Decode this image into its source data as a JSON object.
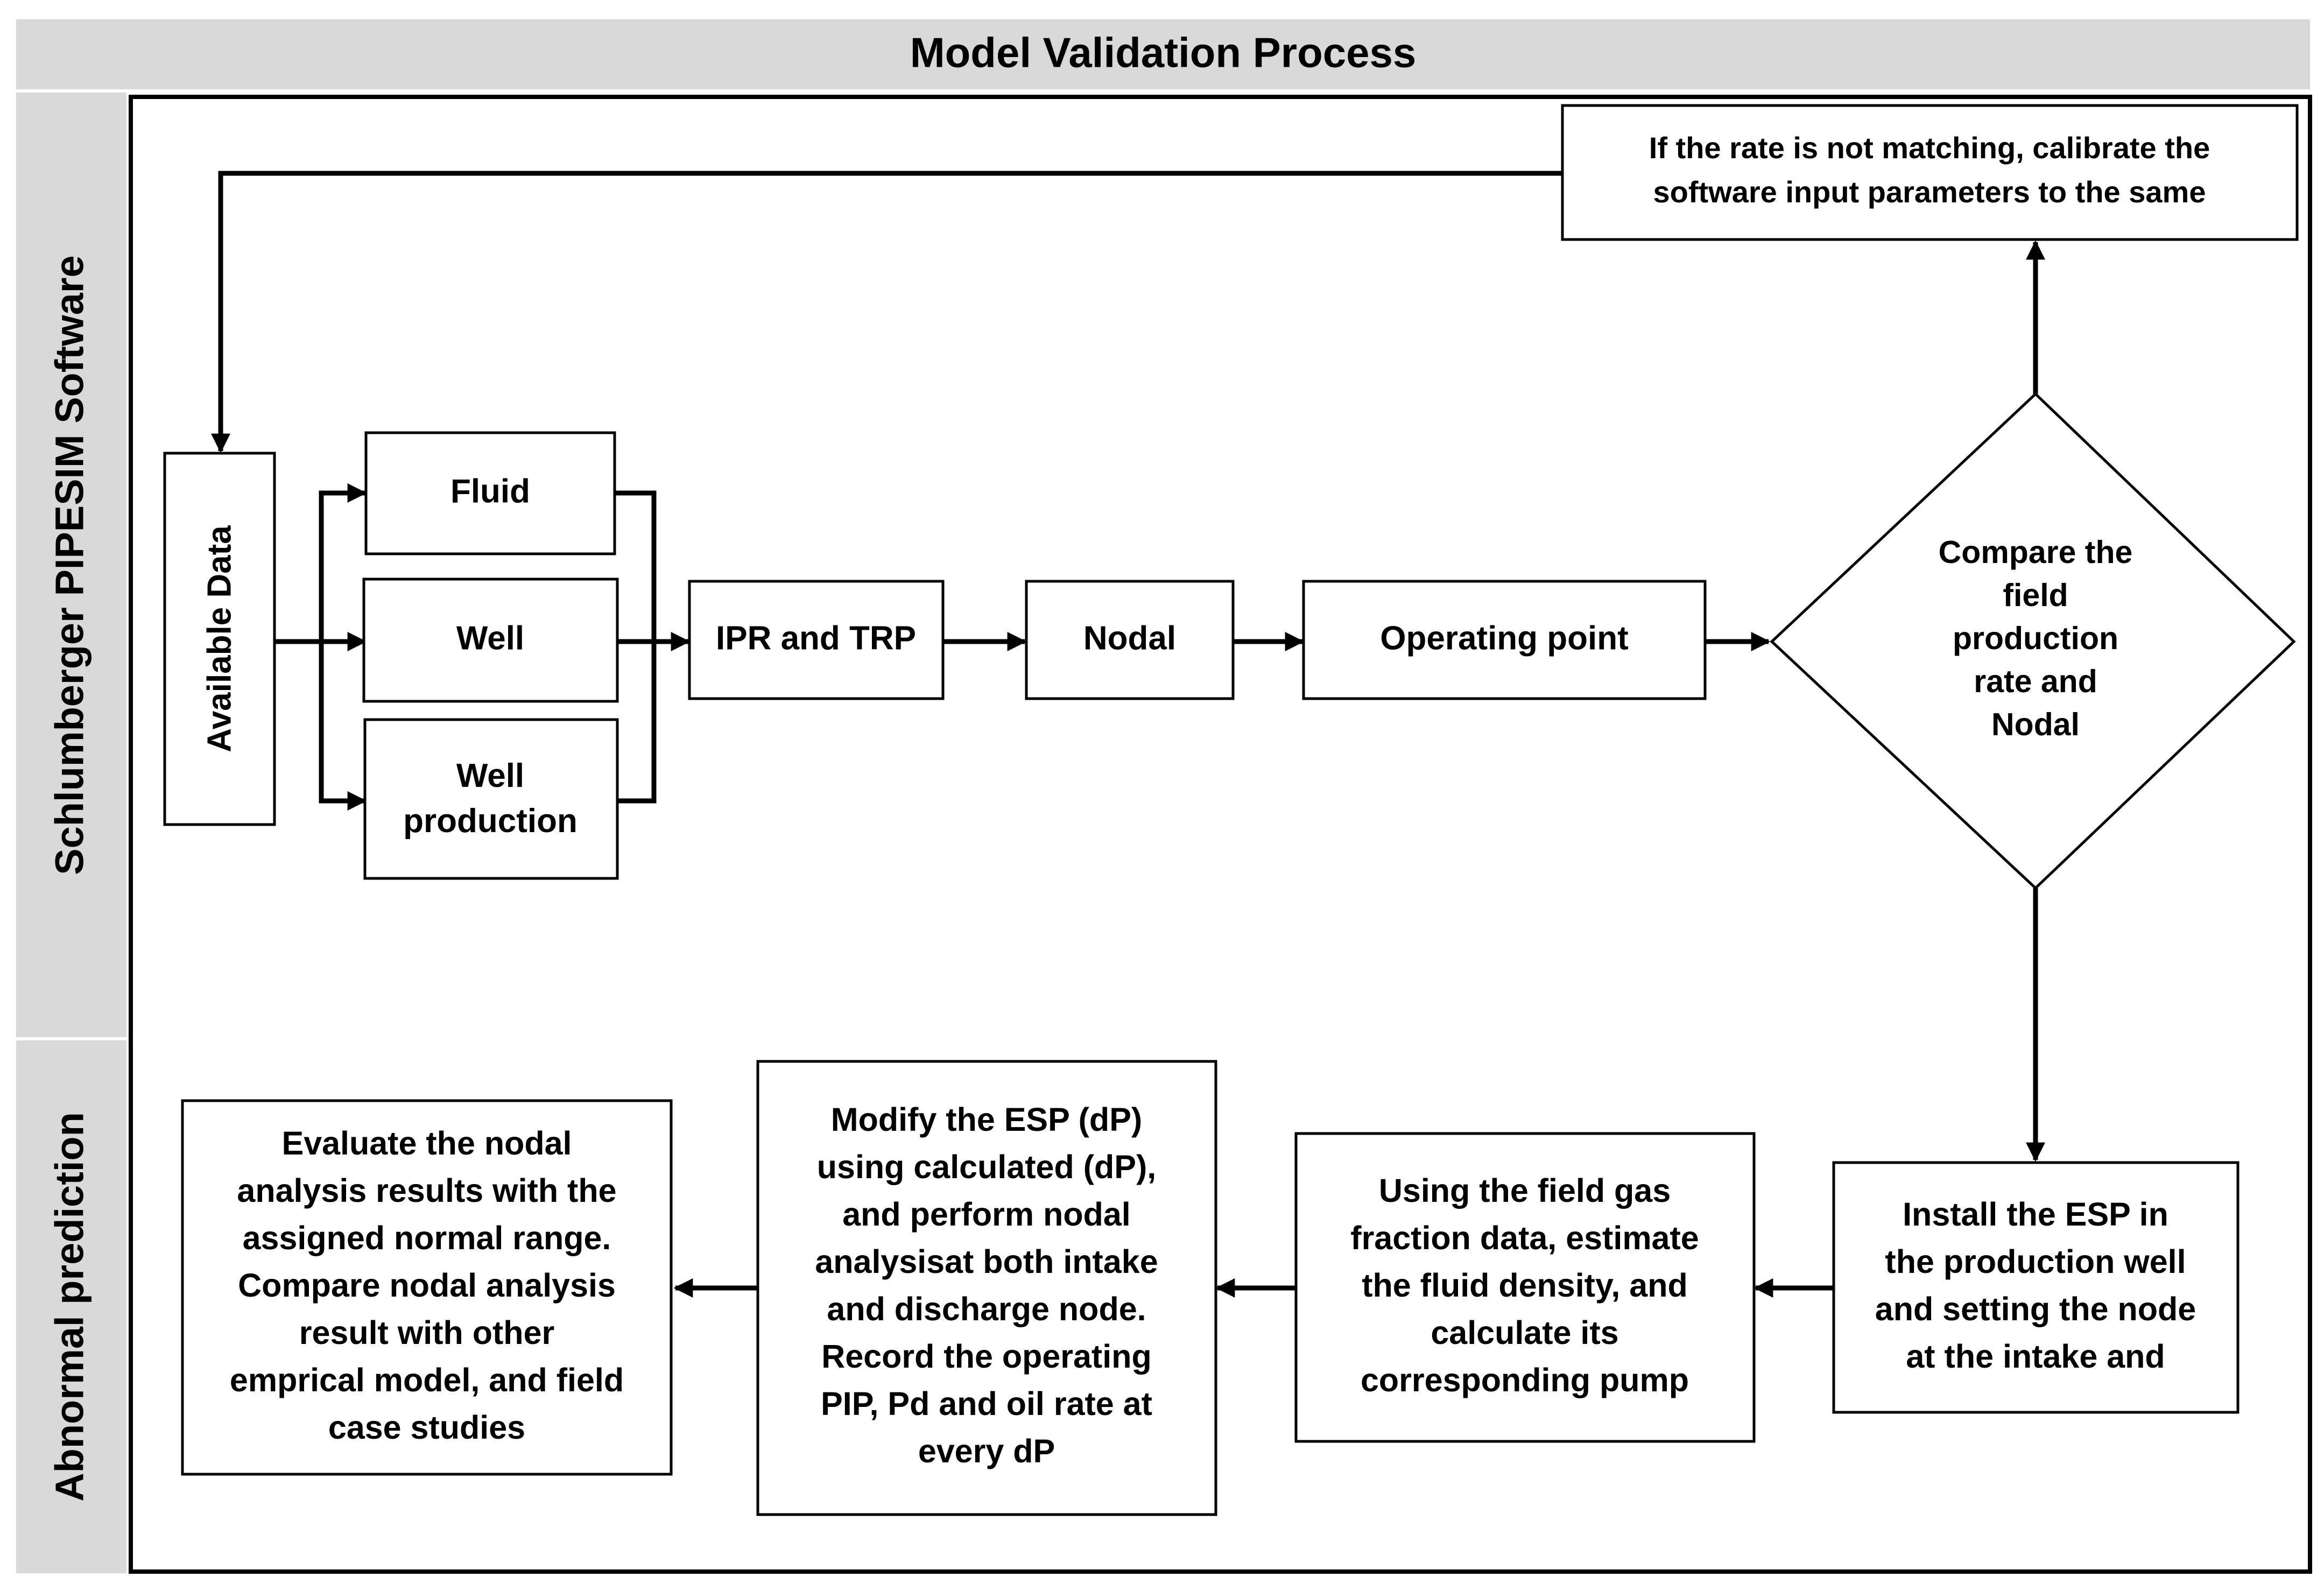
{
  "title": "Model Validation Process",
  "lanes": {
    "top": "Schlumberger PIPESIM Software",
    "bottom": "Abnormal prediction"
  },
  "nodes": {
    "available_data": "Available Data",
    "fluid": "Fluid",
    "well": "Well",
    "well_production": [
      "Well",
      "production"
    ],
    "ipr_trp": "IPR and TRP",
    "nodal": "Nodal",
    "operating_point": "Operating point",
    "compare": [
      "Compare the",
      "field",
      "production",
      "rate and",
      "Nodal"
    ],
    "calibrate": [
      "If the rate is not matching, calibrate the",
      "software input parameters to the same"
    ],
    "install_esp": [
      "Install the ESP in",
      "the production well",
      "and setting the node",
      "at the intake and"
    ],
    "field_gas": [
      "Using the field gas",
      "fraction data, estimate",
      "the fluid density, and",
      "calculate its",
      "corresponding pump"
    ],
    "modify_esp": [
      "Modify the ESP (dP)",
      "using calculated (dP),",
      "and perform nodal",
      "analysisat both intake",
      "and discharge node.",
      "Record the operating",
      "PIP, Pd and oil rate at",
      "every dP"
    ],
    "evaluate": [
      "Evaluate the nodal",
      "analysis results with the",
      "assigned normal range.",
      "Compare nodal analysis",
      "result with other",
      "emprical model, and field",
      "case studies"
    ]
  },
  "colors": {
    "header_fill": "#d9d9d9",
    "stroke": "#000000",
    "box_fill": "#ffffff"
  }
}
